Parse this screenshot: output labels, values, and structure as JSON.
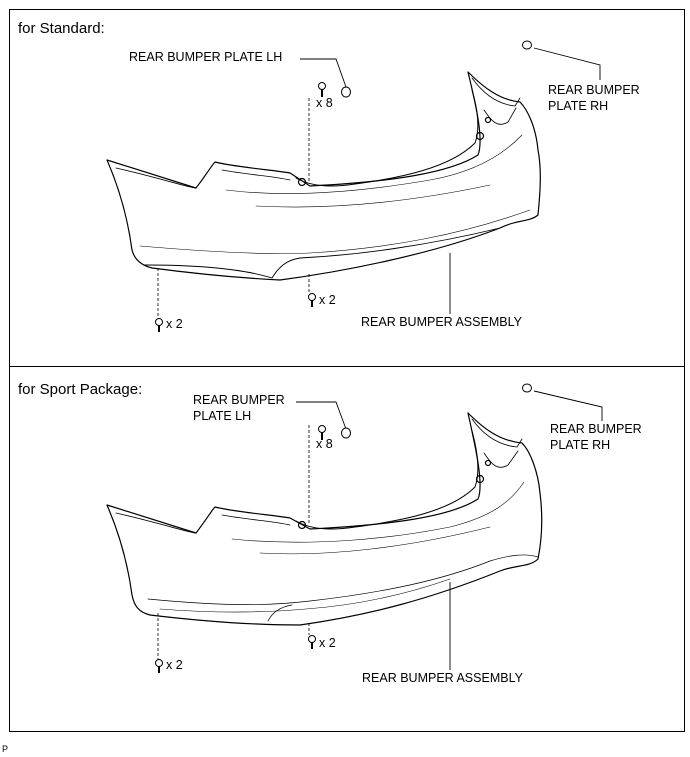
{
  "panels": [
    {
      "header": "for Standard:",
      "plate_lh": "REAR BUMPER PLATE LH",
      "plate_rh_line1": "REAR BUMPER",
      "plate_rh_line2": "PLATE RH",
      "assembly": "REAR BUMPER ASSEMBLY",
      "qty_top": "x 8",
      "qty_mid": "x 2",
      "qty_left": "x 2"
    },
    {
      "header": "for Sport Package:",
      "plate_lh_line1": "REAR BUMPER",
      "plate_lh_line2": "PLATE LH",
      "plate_rh_line1": "REAR BUMPER",
      "plate_rh_line2": "PLATE RH",
      "assembly": "REAR BUMPER ASSEMBLY",
      "qty_top": "x 8",
      "qty_mid": "x 2",
      "qty_left": "x 2"
    }
  ],
  "footer_code": "P"
}
